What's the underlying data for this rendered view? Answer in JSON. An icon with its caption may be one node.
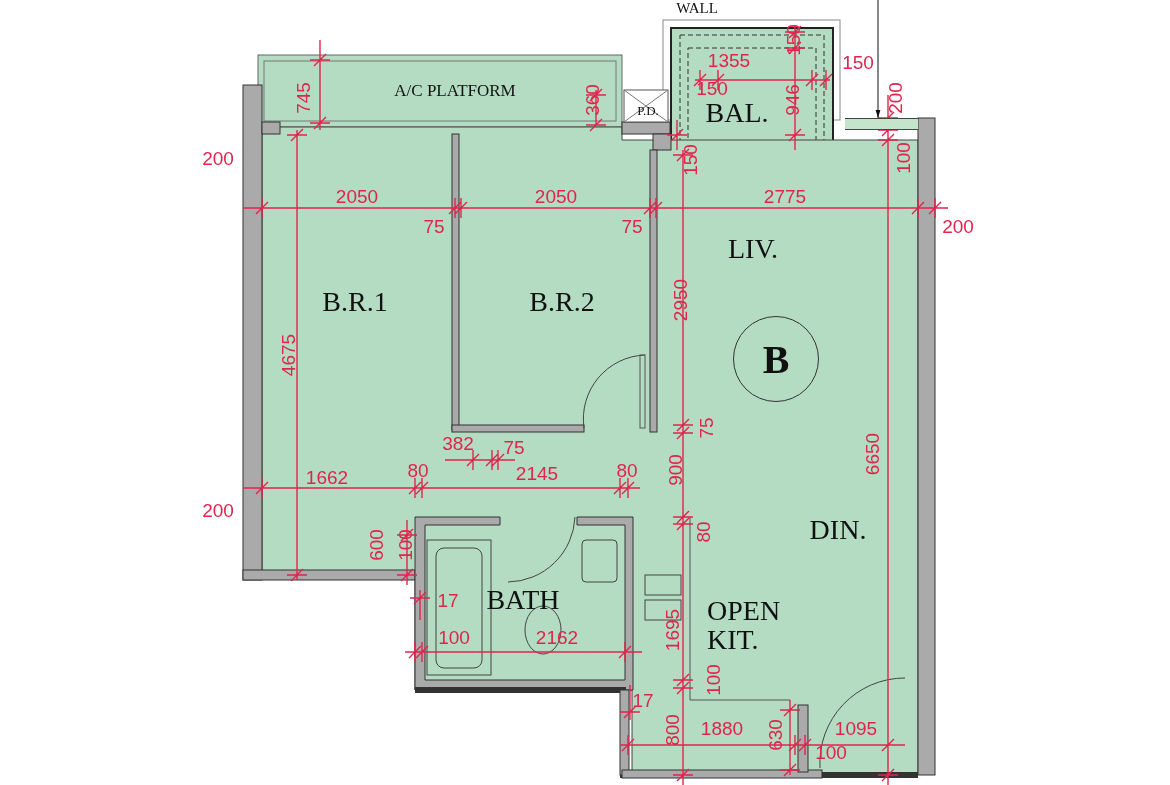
{
  "diagram": {
    "nodes": [
      {
        "text": [
          "B"
        ]
      },
      {
        "text": [],
        "shape": "bar"
      }
    ],
    "edges": [
      {
        "from": null,
        "to": 1,
        "arrow": "to"
      }
    ],
    "labels": [
      "WALL",
      "1355",
      "150",
      "150",
      "745",
      "A/C PLATFORM",
      "360",
      "P.D.",
      "150",
      "BAL.",
      "946",
      "200",
      "200",
      "150",
      "100",
      "2050",
      "2050",
      "2775",
      "75",
      "75",
      "200",
      "LIV.",
      "B.R.1",
      "B.R.2",
      "2950",
      "4675",
      "382",
      "75",
      "75",
      "6650",
      "1662",
      "80",
      "2145",
      "80",
      "900",
      "200",
      "600",
      "100",
      "80",
      "DIN.",
      "17",
      "BATH",
      "100",
      "2162",
      "1695",
      "OPEN KIT.",
      "17",
      "100",
      "800",
      "1880",
      "630",
      "1095",
      "100"
    ]
  }
}
